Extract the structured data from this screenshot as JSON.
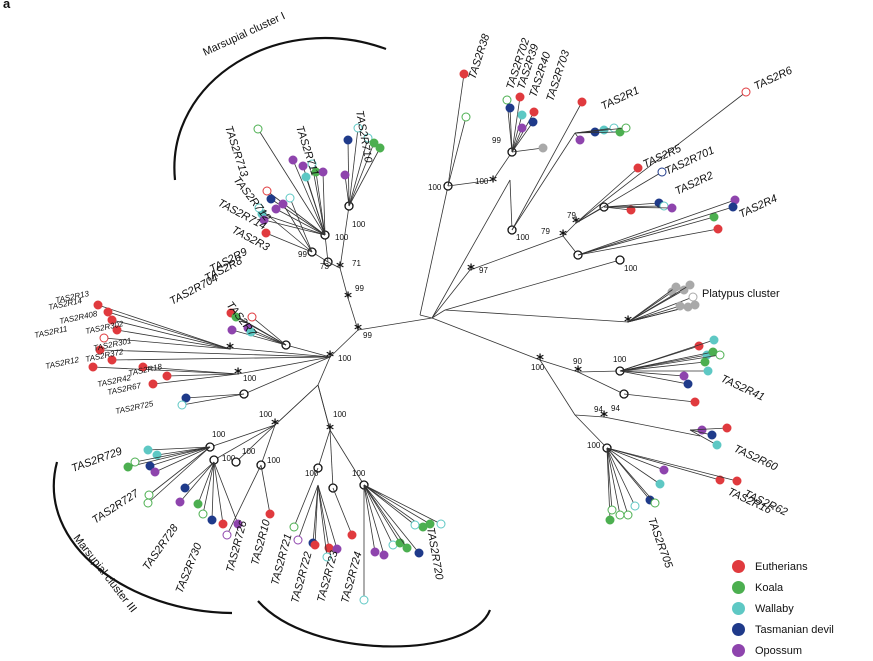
{
  "panel_letter": "a",
  "colors": {
    "Eutherians": "#e03a3e",
    "Koala": "#4caf50",
    "Wallaby": "#5ec8c4",
    "Tasmanian devil": "#1f3a8a",
    "Opossum": "#8e44ad",
    "Platypus": "#a9a9a9"
  },
  "legend": [
    {
      "label": "Eutherians",
      "color": "#e03a3e"
    },
    {
      "label": "Koala",
      "color": "#4caf50"
    },
    {
      "label": "Wallaby",
      "color": "#5ec8c4"
    },
    {
      "label": "Tasmanian devil",
      "color": "#1f3a8a"
    },
    {
      "label": "Opossum",
      "color": "#8e44ad"
    }
  ],
  "clusters": {
    "marsupial_1": "Marsupial cluster I",
    "marsupial_3": "Marsupial cluster III",
    "platypus": "Platypus cluster"
  },
  "labels": [
    "TAS2R38",
    "TAS2R702",
    "TAS2R39",
    "TAS2R40",
    "TAS2R703",
    "TAS2R1",
    "TAS2R6",
    "TAS2R5",
    "TAS2R701",
    "TAS2R2",
    "TAS2R4",
    "TAS2R41",
    "TAS2R60",
    "TAS2R62",
    "TAS2R16",
    "TAS2R705",
    "TAS2R720",
    "TAS2R724",
    "TAS2R723",
    "TAS2R722",
    "TAS2R721",
    "TAS2R10",
    "TAS2R726",
    "TAS2R730",
    "TAS2R728",
    "TAS2R727",
    "TAS2R729",
    "TAS2R725",
    "TAS2R67",
    "TAS2R42",
    "TAS2R18",
    "TAS2R12",
    "TAS2R372",
    "TAS2R301",
    "TAS2R11",
    "TAS2R302",
    "TAS2R408",
    "TAS2R14",
    "TAS2R13",
    "TAS2R704",
    "TAS2R7",
    "TAS2R8",
    "TAS2R9",
    "TAS2R3",
    "TAS2R714",
    "TAS2R712",
    "TAS2R713",
    "TAS2R711",
    "TAS2R710"
  ],
  "bootstrap": [
    "100",
    "99",
    "97",
    "79",
    "94",
    "90",
    "71",
    "73"
  ]
}
